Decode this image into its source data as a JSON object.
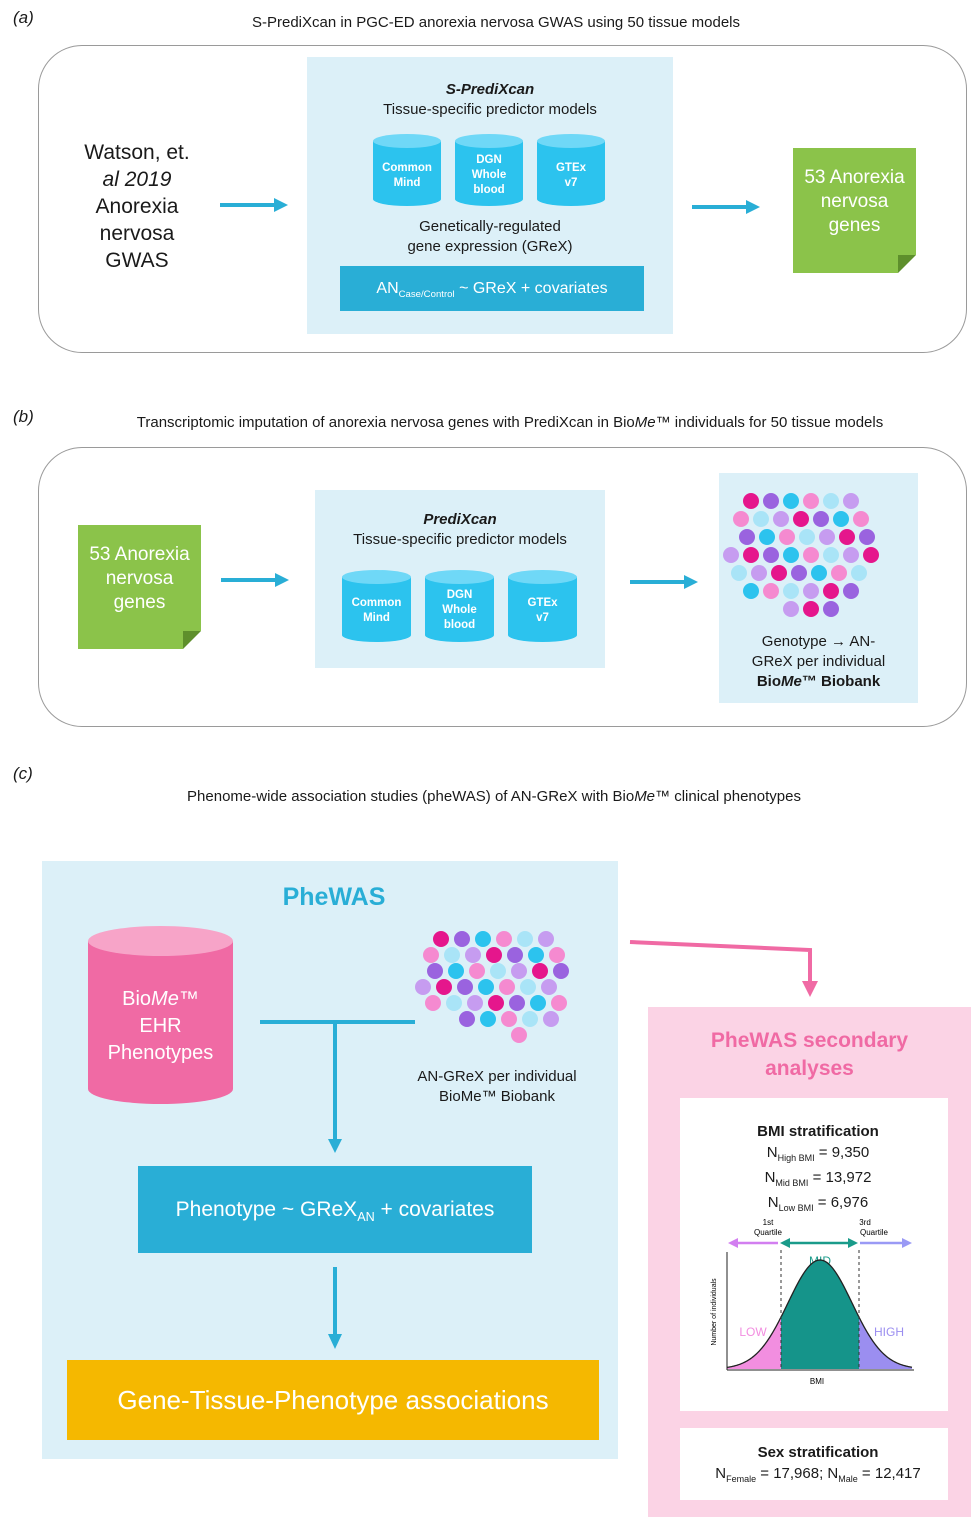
{
  "panel_a": {
    "label": "(a)",
    "title": "S-PrediXcan in PGC-ED anorexia nervosa GWAS using 50 tissue models",
    "source_lines": [
      "Watson, et.",
      "al 2019",
      "Anorexia",
      "nervosa",
      "GWAS"
    ],
    "method_title": "S-PrediXcan",
    "method_subtitle": "Tissue-specific predictor models",
    "cylinders": [
      [
        "Common",
        "Mind"
      ],
      [
        "DGN",
        "Whole",
        "blood"
      ],
      [
        "GTEx",
        "v7"
      ]
    ],
    "grex_line1": "Genetically-regulated",
    "grex_line2": "gene expression (GReX)",
    "formula_main": "AN",
    "formula_sub": "Case/Control",
    "formula_rest": " ~ GReX + covariates",
    "result_lines": [
      "53 Anorexia",
      "nervosa",
      "genes"
    ]
  },
  "panel_b": {
    "label": "(b)",
    "title_pre": "Transcriptomic imputation of anorexia nervosa genes with PrediXcan in Bio",
    "title_italic": "Me",
    "title_post": "™ individuals for 50 tissue models",
    "source_lines": [
      "53 Anorexia",
      "nervosa",
      "genes"
    ],
    "method_title": "PrediXcan",
    "method_subtitle": "Tissue-specific predictor models",
    "cylinders": [
      [
        "Common",
        "Mind"
      ],
      [
        "DGN",
        "Whole",
        "blood"
      ],
      [
        "GTEx",
        "v7"
      ]
    ],
    "result_line1": "Genotype → AN-",
    "result_line2": "GReX per individual",
    "result_line3_pre": "Bio",
    "result_line3_italic": "Me",
    "result_line3_post": "™ Biobank"
  },
  "panel_c": {
    "label": "(c)",
    "title_pre": "Phenome-wide association studies (pheWAS) of AN-GReX with Bio",
    "title_italic": "Me",
    "title_post": "™ clinical phenotypes",
    "phewas_title": "PheWAS",
    "ehr_line1_pre": "Bio",
    "ehr_line1_italic": "Me",
    "ehr_line1_post": "™",
    "ehr_line2": "EHR",
    "ehr_line3": "Phenotypes",
    "individuals_line1": "AN-GReX per individual",
    "individuals_line2": "BioMe™ Biobank",
    "model_pre": "Phenotype ~ GReX",
    "model_sub": "AN",
    "model_post": " + covariates",
    "assoc_label": "Gene-Tissue-Phenotype associations",
    "secondary_line1": "PheWAS secondary",
    "secondary_line2": "analyses",
    "bmi_title": "BMI stratification",
    "bmi_counts": [
      {
        "n": "N",
        "sub": "High BMI",
        "value": " = 9,350"
      },
      {
        "n": "N",
        "sub": "Mid BMI",
        "value": " = 13,972"
      },
      {
        "n": "N",
        "sub": "Low BMI",
        "value": " = 6,976"
      }
    ],
    "q1_line1": "1st",
    "q1_line2": "Quartile",
    "q3_line1": "3rd",
    "q3_line2": "Quartile",
    "curve_mid": "MID",
    "curve_low": "LOW",
    "curve_high": "HIGH",
    "curve_ylabel": "Number of individuals",
    "curve_xlabel": "BMI",
    "sex_title": "Sex stratification",
    "sex_female_sub": "Female",
    "sex_female_value": " = 17,968; ",
    "sex_male_sub": "Male",
    "sex_male_value": " = 12,417"
  },
  "colors": {
    "cyan": "#29aed6",
    "green": "#8bc34a",
    "pink": "#f06aa4",
    "pink_light": "#fbd3e5",
    "gold": "#f5b800",
    "teal": "#1a9b8a"
  }
}
